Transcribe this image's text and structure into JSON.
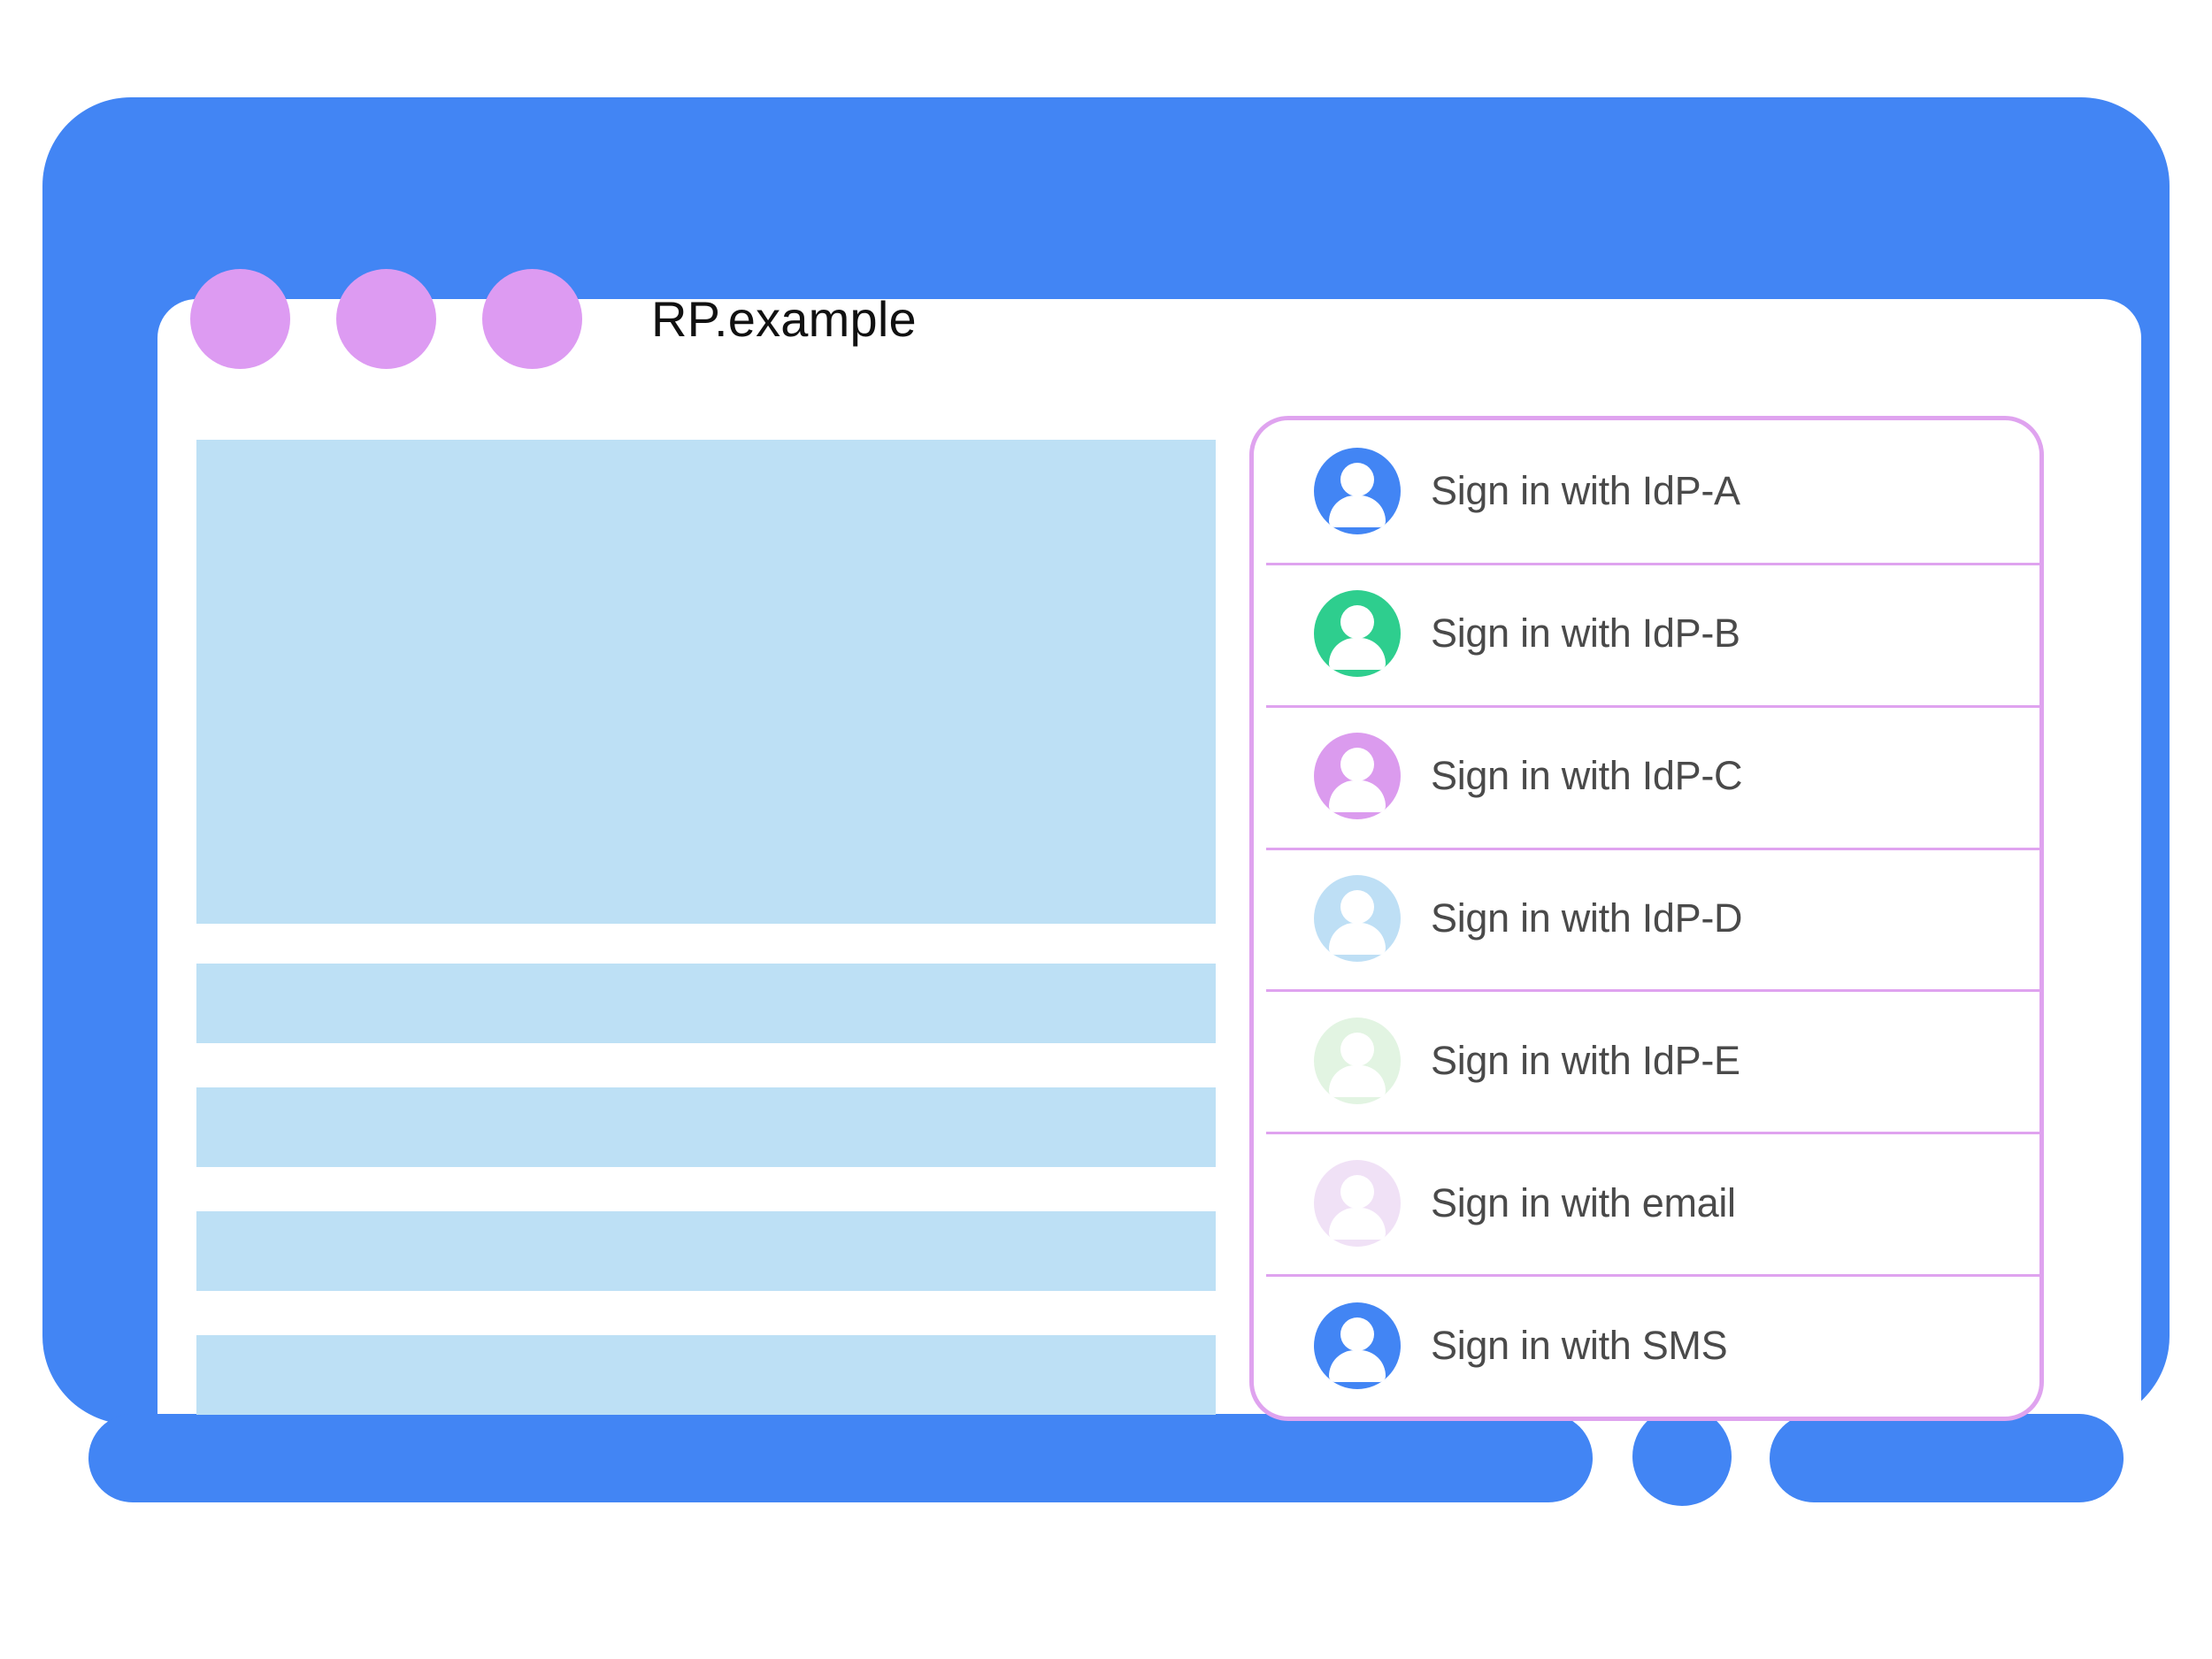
{
  "window": {
    "title": "RP.example",
    "traffic_dots": [
      "dot-1",
      "dot-2",
      "dot-3"
    ],
    "dot_color": "#DD9BF2",
    "frame_color": "#4285F4"
  },
  "content": {
    "placeholder_color": "#BDE0F5",
    "blocks": [
      {
        "name": "hero-placeholder"
      },
      {
        "name": "line-placeholder-1"
      },
      {
        "name": "line-placeholder-2"
      },
      {
        "name": "line-placeholder-3"
      },
      {
        "name": "line-placeholder-4"
      }
    ]
  },
  "chooser": {
    "border_color": "#DFA3EF",
    "divider_color": "#DFA3EF",
    "label_color": "#4A4A4A",
    "items": [
      {
        "label": "Sign in with IdP-A",
        "icon": "account-avatar-icon",
        "avatar_color": "#4285F4"
      },
      {
        "label": "Sign in with IdP-B",
        "icon": "account-avatar-icon",
        "avatar_color": "#2ECE8E"
      },
      {
        "label": "Sign in with IdP-C",
        "icon": "account-avatar-icon",
        "avatar_color": "#DB9BEE"
      },
      {
        "label": "Sign in with IdP-D",
        "icon": "account-avatar-icon",
        "avatar_color": "#BEDFF5"
      },
      {
        "label": "Sign in with IdP-E",
        "icon": "account-avatar-icon",
        "avatar_color": "#E2F4E2"
      },
      {
        "label": "Sign in with email",
        "icon": "account-avatar-icon",
        "avatar_color": "#F0E1F6"
      },
      {
        "label": "Sign in with SMS",
        "icon": "account-avatar-icon",
        "avatar_color": "#4285F4"
      }
    ]
  }
}
